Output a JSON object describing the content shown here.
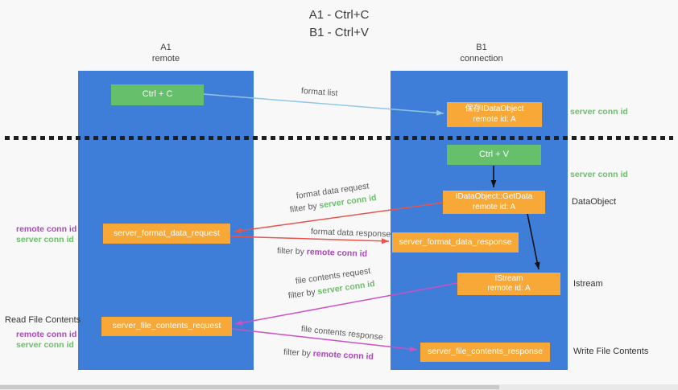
{
  "title": {
    "line1": "A1 - Ctrl+C",
    "line2": "B1 - Ctrl+V"
  },
  "columns": {
    "left": {
      "name": "A1",
      "subtitle": "remote"
    },
    "right": {
      "name": "B1",
      "subtitle": "connection"
    }
  },
  "nodes": {
    "ctrl_c": "Ctrl + C",
    "save_dataobject_line1": "保存IDataObject",
    "save_dataobject_line2": "remote id: A",
    "ctrl_v": "Ctrl + V",
    "getdata_line1": "IDataObject::GetData",
    "getdata_line2": "remote id: A",
    "format_request": "server_format_data_request",
    "format_response": "server_format_data_response",
    "istream_line1": "IStream",
    "istream_line2": "remote id: A",
    "file_request": "server_file_contents_request",
    "file_response": "server_file_contents_response"
  },
  "edge_labels": {
    "format_list": "format list",
    "format_data_request": "format data request",
    "format_data_response": "format data response",
    "file_contents_request": "file contents request",
    "file_contents_response": "file contents response",
    "filter_by": "filter by",
    "server_conn_id": "server conn id",
    "remote_conn_id": "remote conn id"
  },
  "side_labels": {
    "server_conn_id_top": "server conn id",
    "server_conn_id_mid": "server conn id",
    "dataobject": "DataObject",
    "istream": "Istream",
    "write_file_contents": "Write File Contents",
    "read_file_contents": "Read File Contents",
    "remote_conn_id": "remote conn id",
    "server_conn_id": "server conn id"
  },
  "colors": {
    "column_blue": "#3e7dd8",
    "box_green": "#66bf6a",
    "box_orange": "#f8a837",
    "arrow_blue": "#8fc6e9",
    "arrow_red": "#e9544d",
    "arrow_magenta": "#cc52c4",
    "arrow_black": "#111111",
    "text_green": "#6abf69",
    "text_purple": "#ab47bc"
  }
}
